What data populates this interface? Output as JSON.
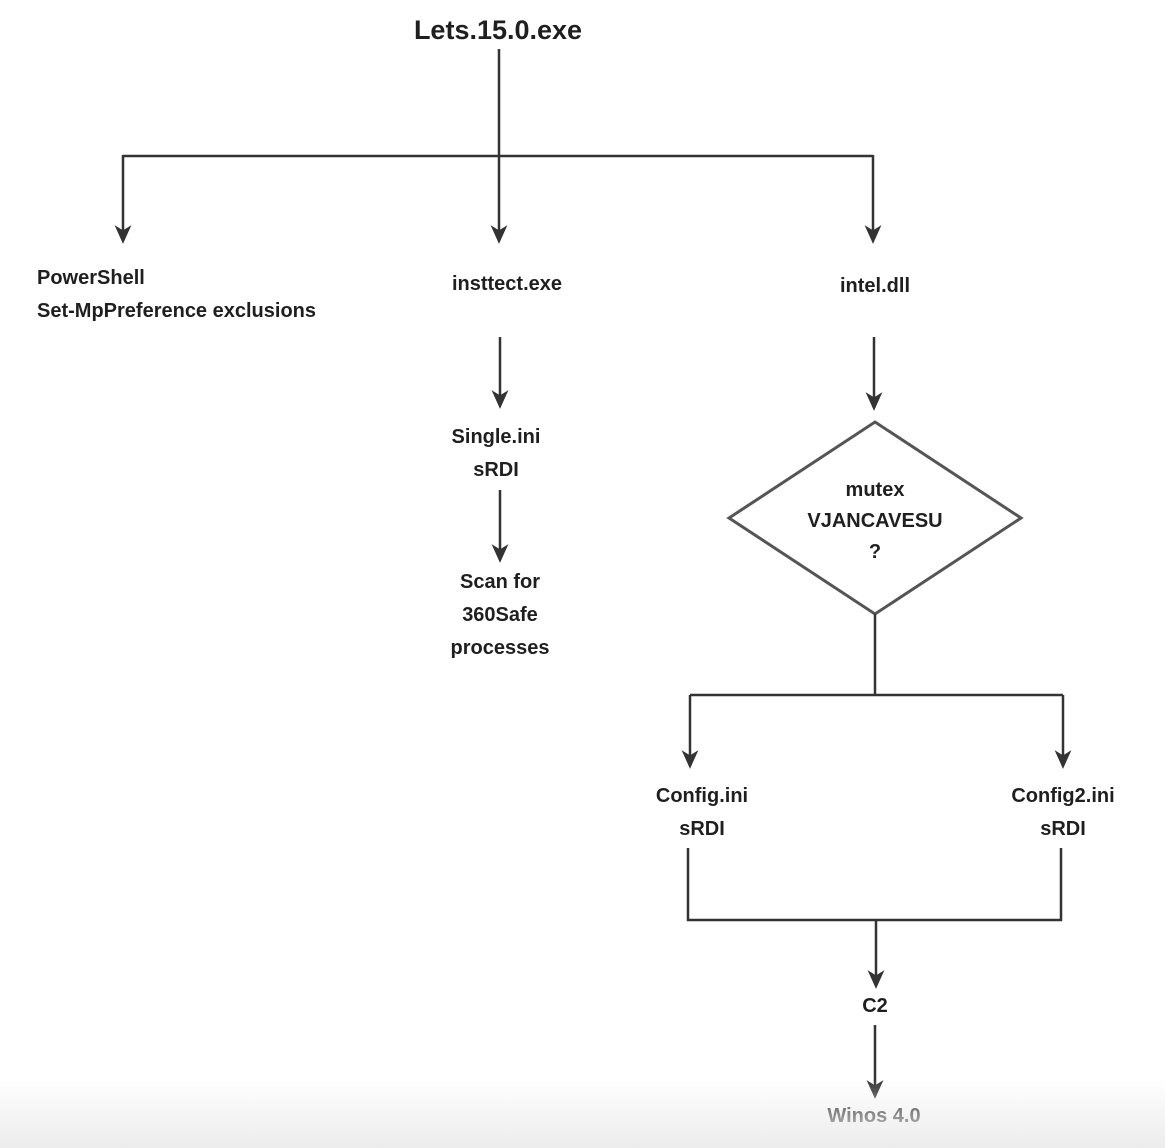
{
  "colors": {
    "text": "#1f1f1f",
    "line": "#333333",
    "diamond": "#555555",
    "background": "#ffffff",
    "background_fade": "#ececec"
  },
  "diagram": {
    "title": "Lets.15.0.exe",
    "nodes": {
      "powershell": {
        "lines": [
          "PowerShell",
          "Set-MpPreference exclusions"
        ]
      },
      "insttect": {
        "label": "insttect.exe"
      },
      "intel": {
        "label": "intel.dll"
      },
      "single": {
        "lines": [
          "Single.ini",
          "sRDI"
        ]
      },
      "scan": {
        "lines": [
          "Scan for",
          "360Safe",
          "processes"
        ]
      },
      "mutex": {
        "lines": [
          "mutex",
          "VJANCAVESU",
          "?"
        ]
      },
      "config1": {
        "lines": [
          "Config.ini",
          "sRDI"
        ]
      },
      "config2": {
        "lines": [
          "Config2.ini",
          "sRDI"
        ]
      },
      "c2": {
        "label": "C2"
      },
      "winos": {
        "label": "Winos 4.0"
      }
    }
  }
}
